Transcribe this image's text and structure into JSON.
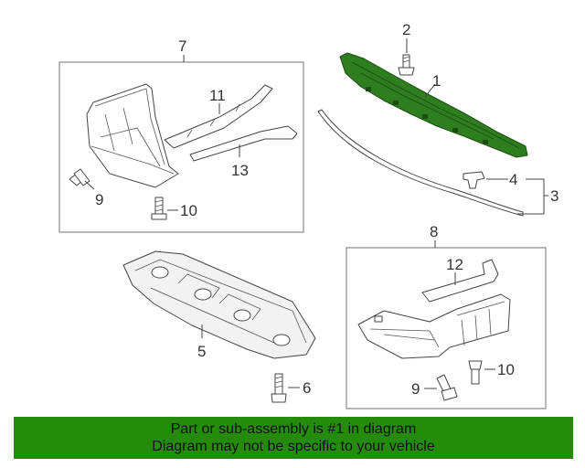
{
  "callouts": {
    "c1": "1",
    "c2": "2",
    "c3": "3",
    "c4": "4",
    "c5": "5",
    "c6": "6",
    "c7": "7",
    "c8": "8",
    "c9a": "9",
    "c9b": "9",
    "c10a": "10",
    "c10b": "10",
    "c11": "11",
    "c12": "12",
    "c13": "13"
  },
  "notice": {
    "line1": "Part or sub-assembly is #1 in diagram",
    "line2": "Diagram may not be specific to your vehicle"
  },
  "colors": {
    "highlight_part": "#2e7d1e",
    "notice_background": "#248c0a"
  }
}
